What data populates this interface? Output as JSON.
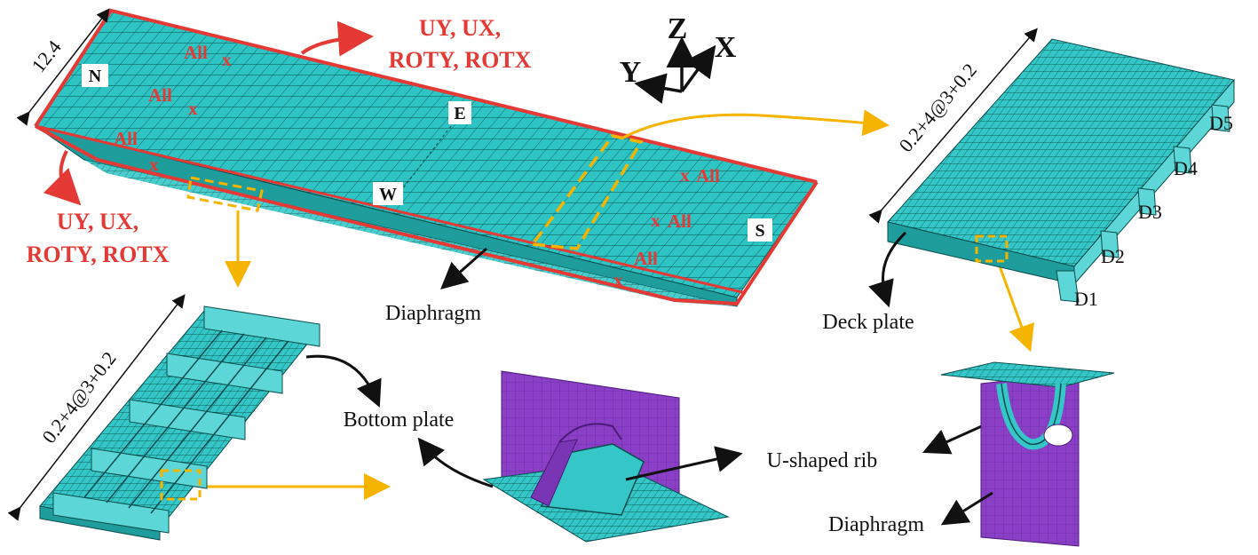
{
  "bc_top": [
    "UY, UX,",
    "ROTY, ROTX"
  ],
  "bc_left": [
    "UY, UX,",
    "ROTY, ROTX"
  ],
  "all_label": "All",
  "all_x": "x",
  "axes": {
    "z": "Z",
    "x": "X",
    "y": "Y"
  },
  "dim_width": "12.4",
  "dim_spacing": "0.2+4@3+0.2",
  "dim_spacing_bottom": "0.2+4@3+0.2",
  "markers": {
    "n": "N",
    "e": "E",
    "w": "W",
    "s": "S"
  },
  "labels": {
    "diaphragm_main": "Diaphragm",
    "deck_plate": "Deck plate",
    "bottom_plate": "Bottom plate",
    "u_rib": "U-shaped rib",
    "diaphragm_detail": "Diaphragm"
  },
  "diaphragm_ids": [
    "D1",
    "D2",
    "D3",
    "D4",
    "D5"
  ],
  "colors": {
    "mesh": "#2ec4c4",
    "mesh_line": "#0a4a4a",
    "support": "#e53935",
    "callout": "#f5b400",
    "diaphragm": "#8a3fc6"
  }
}
